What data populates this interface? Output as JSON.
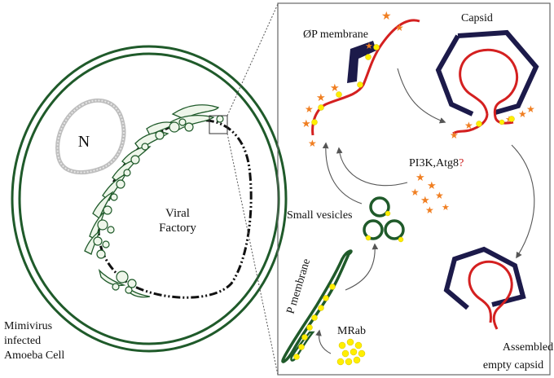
{
  "labels": {
    "nucleus": "N",
    "viral_factory_line1": "Viral",
    "viral_factory_line2": "Factory",
    "cell_line1": "Mimivirus",
    "cell_line2": "infected",
    "cell_line3": "Amoeba Cell",
    "op_membrane": "ØP membrane",
    "capsid": "Capsid",
    "pi3k": "PI3K,Atg8",
    "pi3k_mark": "?",
    "small_vesicles": "Small vesicles",
    "p_membrane": "P membrane",
    "mrab": "MRab",
    "assembled_line1": "Assembled",
    "assembled_line2": "empty capsid"
  },
  "colors": {
    "membrane_green": "#1f5a2a",
    "membrane_light": "#eef6ea",
    "red_membrane": "#d42020",
    "capsid_navy": "#1c1a4a",
    "star_orange": "#f07f22",
    "dot_yellow": "#ffee00",
    "question_red": "#cc2222"
  }
}
